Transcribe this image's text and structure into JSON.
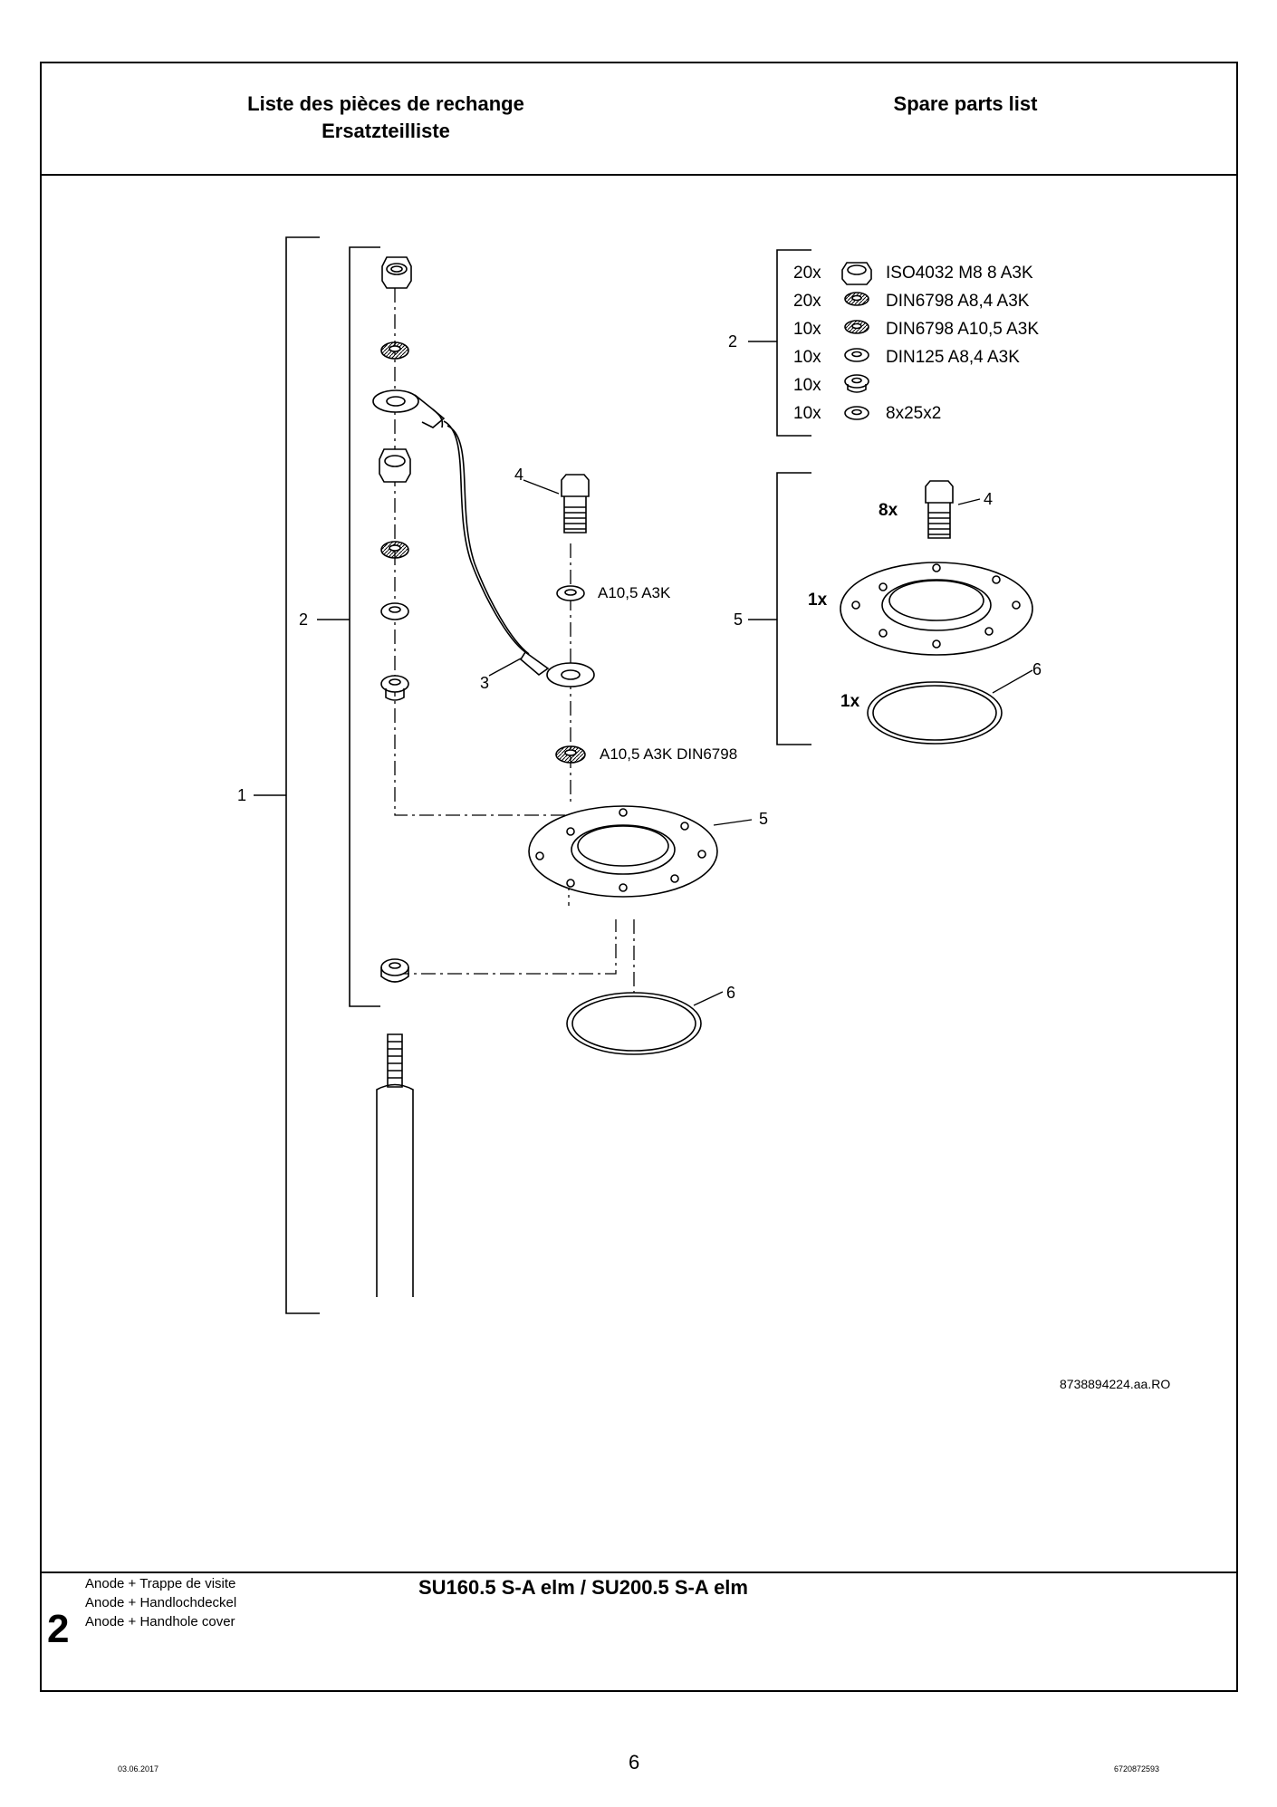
{
  "header": {
    "title_fr": "Liste des pièces de rechange",
    "title_de": "Ersatzteilliste",
    "title_en": "Spare parts list"
  },
  "drawing": {
    "callouts": {
      "n1": "1",
      "n2_left": "2",
      "n2_right": "2",
      "n3": "3",
      "n4_left": "4",
      "n4_right": "4",
      "n5_center": "5",
      "n5_right": "5",
      "n6_center": "6",
      "n6_right": "6"
    },
    "labels": {
      "washer_a10": "A10,5 A3K",
      "lock_washer": "A10,5 A3K DIN6798"
    },
    "parts_list_2": [
      {
        "qty": "20x",
        "spec": "ISO4032 M8 8 A3K"
      },
      {
        "qty": "20x",
        "spec": "DIN6798 A8,4 A3K"
      },
      {
        "qty": "10x",
        "spec": "DIN6798 A10,5 A3K"
      },
      {
        "qty": "10x",
        "spec": "DIN125 A8,4 A3K"
      },
      {
        "qty": "10x",
        "spec": ""
      },
      {
        "qty": "10x",
        "spec": "8x25x2"
      }
    ],
    "kit_5": {
      "bolt_qty": "8x",
      "flange_qty": "1x",
      "gasket_qty": "1x"
    },
    "drawing_ref": "8738894224.aa.RO"
  },
  "footer": {
    "section_number": "2",
    "desc_fr": "Anode + Trappe de visite",
    "desc_de": "Anode + Handlochdeckel",
    "desc_en": "Anode + Handhole cover",
    "model": "SU160.5 S-A elm / SU200.5 S-A elm",
    "date": "03.06.2017",
    "page": "6",
    "doc_code": "6720872593"
  }
}
